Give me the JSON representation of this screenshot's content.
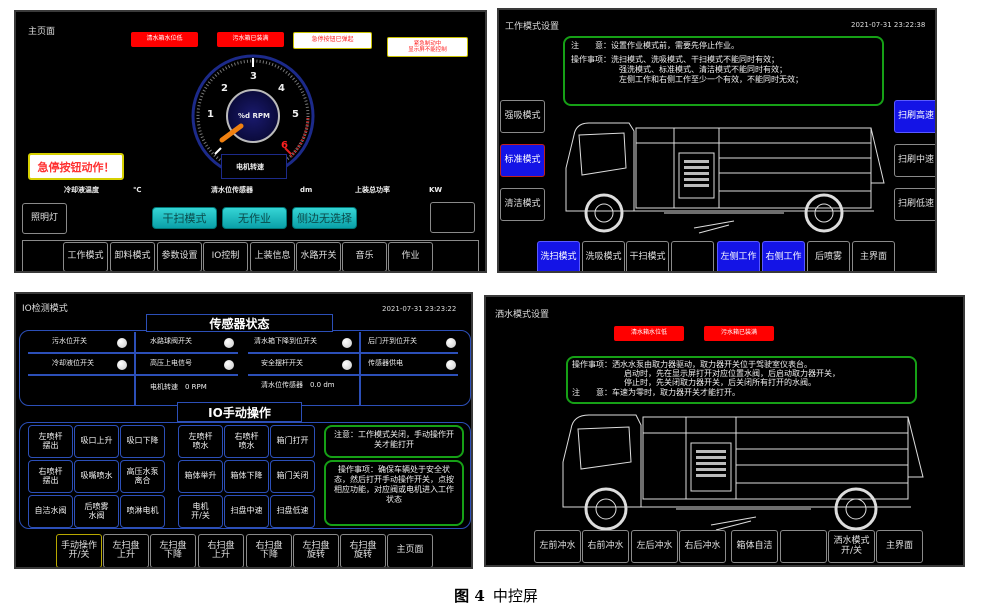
{
  "main_page": {
    "title": "主页面",
    "alerts": [
      "清水箱水位低",
      "污水箱已装满",
      "急停按钮已弹起",
      "紧急制动中\n显示屏不能控制"
    ],
    "gauge": {
      "center_text": "%d RPM",
      "ticks": [
        "1",
        "2",
        "3",
        "4",
        "5",
        "6"
      ],
      "label": "电机转速",
      "redline_from": "6"
    },
    "estop_warning": "急停按钮动作！",
    "readouts": [
      {
        "label": "冷却液温度",
        "unit": "℃"
      },
      {
        "label": "清水位传感器",
        "unit": "dm"
      },
      {
        "label": "上装总功率",
        "unit": "KW"
      }
    ],
    "light_button": "照明灯",
    "status_buttons": [
      "干扫模式",
      "无作业",
      "侧边无选择"
    ],
    "nav": [
      "工作模式",
      "卸料模式",
      "参数设置",
      "IO控制",
      "上装信息",
      "水路开关",
      "音乐",
      "作业"
    ]
  },
  "work_mode": {
    "title": "工作模式设置",
    "datetime": "2021-07-31  23:22:38",
    "note_line1": "注　　意：设置作业模式前，需要先停止作业。",
    "note_line2": "操作事项：洗扫模式、洗吸模式、干扫模式不能同时有效；",
    "note_line3": "强洗模式、标准模式、清洁模式不能同时有效；",
    "note_line4": "左侧工作和右侧工作至少一个有效，不能同时无效；",
    "left_buttons": [
      {
        "label": "强吸模式",
        "active": false
      },
      {
        "label": "标准模式",
        "active": true
      },
      {
        "label": "清洁模式",
        "active": false
      }
    ],
    "right_buttons": [
      {
        "label": "扫刷高速",
        "active": true
      },
      {
        "label": "扫刷中速",
        "active": false
      },
      {
        "label": "扫刷低速",
        "active": false
      }
    ],
    "bottom_buttons": [
      {
        "label": "洗扫模式",
        "active": true
      },
      {
        "label": "洗吸模式",
        "active": false
      },
      {
        "label": "干扫模式",
        "active": false
      },
      {
        "label": "",
        "active": false
      },
      {
        "label": "左侧工作",
        "active": true
      },
      {
        "label": "右侧工作",
        "active": true
      },
      {
        "label": "后喷雾",
        "active": false
      },
      {
        "label": "主界面",
        "active": false
      }
    ]
  },
  "io_mode": {
    "title": "IO检测模式",
    "datetime": "2021-07-31  23:23:22",
    "sensor_title": "传感器状态",
    "sensors_row1": [
      "污水位开关",
      "水路球阀开关",
      "清水箱下降到位开关",
      "后门开到位开关"
    ],
    "sensors_row2": [
      "冷却液位开关",
      "高压上电信号",
      "安全摆杆开关",
      "传感器供电"
    ],
    "motor_speed": "电机转速　0 RPM",
    "water_sensor": "清水位传感器　0.0 dm",
    "manual_title": "IO手动操作",
    "grid_left": [
      [
        "左喷杆\n摆出",
        "吸口上升",
        "吸口下降"
      ],
      [
        "右喷杆\n摆出",
        "吸嘴喷水",
        "高压水泵\n离合"
      ],
      [
        "自洁水阀",
        "后喷雾\n水阀",
        "喷淋电机"
      ]
    ],
    "grid_right": [
      [
        "左喷杆\n喷水",
        "右喷杆\n喷水",
        "箱门打开"
      ],
      [
        "箱体举升",
        "箱体下降",
        "箱门关闭"
      ],
      [
        "电机\n开/关",
        "扫盘中速",
        "扫盘低速"
      ]
    ],
    "note1": "注意：工作模式关闭，手动操作开关才能打开",
    "note2": "操作事项：确保车辆处于安全状态，然后打开手动操作开关，点按相应功能，对应阀或电机进入工作状态",
    "bottom_buttons": [
      "手动操作\n开/关",
      "左扫盘\n上升",
      "左扫盘\n下降",
      "右扫盘\n上升",
      "右扫盘\n下降",
      "左扫盘\n旋转",
      "右扫盘\n旋转",
      "主页面"
    ]
  },
  "sprinkler_mode": {
    "title": "洒水模式设置",
    "alerts": [
      "清水箱水位低",
      "污水箱已装满"
    ],
    "note_line1": "操作事项：洒水水泵由取力器驱动，取力器开关位于驾驶室仪表台。",
    "note_line2": "启动时，先在显示屏打开对应位置水阀，后启动取力器开关，",
    "note_line3": "停止时，先关闭取力器开关，后关闭所有打开的水阀。",
    "note_line4": "注　　意：车速为零时，取力器开关才能打开。",
    "bottom_buttons": [
      "左前冲水",
      "右前冲水",
      "左后冲水",
      "右后冲水",
      "箱体自洁",
      "",
      "洒水模式\n开/关",
      "主界面"
    ]
  },
  "caption": {
    "fig": "图 4",
    "text": "中控屏"
  },
  "colors": {
    "active_blue": "#1414e6",
    "alert_red": "#ff0000",
    "note_green": "#16a016",
    "frame_blue": "#2c4fb8",
    "teal": "#1ec0c8"
  }
}
